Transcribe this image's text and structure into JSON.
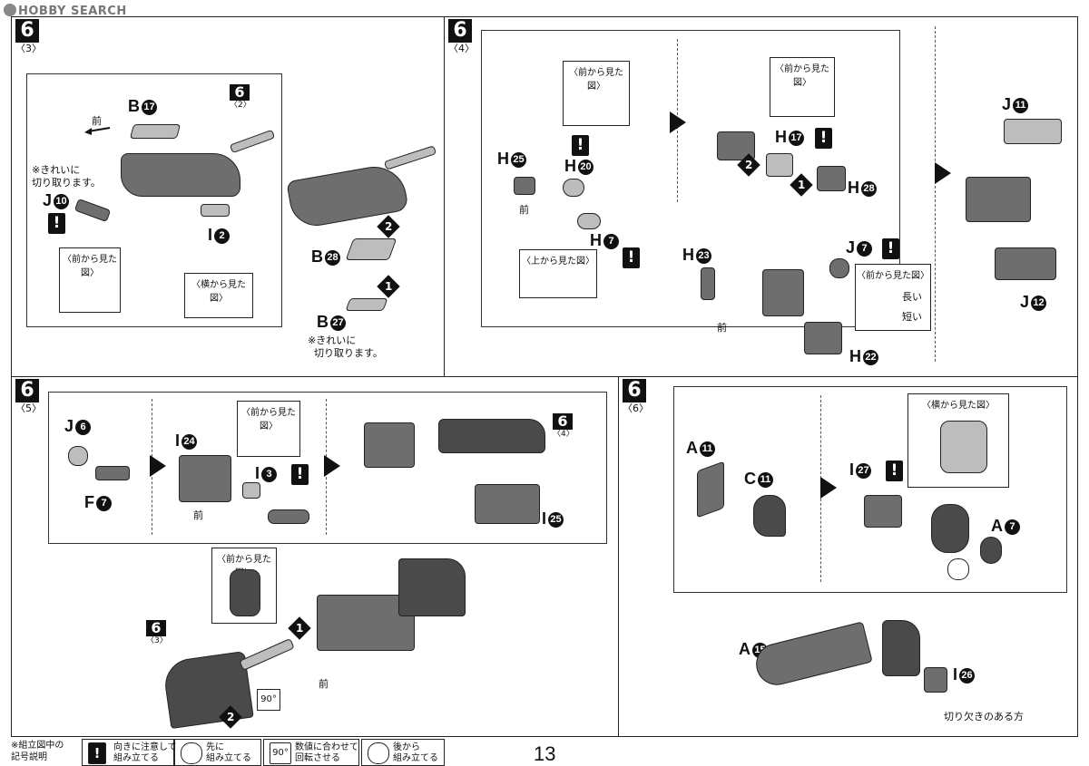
{
  "watermark": "HOBBY SEARCH",
  "page_number": "13",
  "panels": {
    "p3": {
      "step": "6",
      "sub": "〈3〉",
      "labels": {
        "b17": "B",
        "b17c": "17",
        "j10": "J",
        "j10c": "10",
        "i2": "I",
        "i2c": "2",
        "b28": "B",
        "b28c": "28",
        "b27": "B",
        "b27c": "27"
      },
      "note1": [
        "※きれいに",
        "切り取ります。"
      ],
      "note2": [
        "※きれいに",
        "切り取ります。"
      ],
      "mae": "前",
      "view_front": "〈前から見た図〉",
      "view_side": "〈横から見た図〉",
      "ref": {
        "n": "6",
        "s": "〈2〉"
      },
      "order": [
        "1",
        "2"
      ]
    },
    "p4": {
      "step": "6",
      "sub": "〈4〉",
      "labels": {
        "h25": "H",
        "h25c": "25",
        "h20": "H",
        "h20c": "20",
        "h7": "H",
        "h7c": "7",
        "h17": "H",
        "h17c": "17",
        "h28": "H",
        "h28c": "28",
        "h23": "H",
        "h23c": "23",
        "j7": "J",
        "j7c": "7",
        "h22": "H",
        "h22c": "22",
        "j11": "J",
        "j11c": "11",
        "j12": "J",
        "j12c": "12"
      },
      "view_front1": "〈前から見た図〉",
      "view_front2": "〈前から見た図〉",
      "view_top": "〈上から見た図〉",
      "view_front3": "〈前から見た図〉",
      "long": "長い",
      "short": "短い",
      "mae1": "前",
      "mae2": "前",
      "order": [
        "1",
        "2"
      ]
    },
    "p5": {
      "step": "6",
      "sub": "〈5〉",
      "labels": {
        "j6": "J",
        "j6c": "6",
        "f7": "F",
        "f7c": "7",
        "i24": "I",
        "i24c": "24",
        "i3": "I",
        "i3c": "3",
        "i25": "I",
        "i25c": "25"
      },
      "view_front1": "〈前から見た図〉",
      "view_front2": "〈前から見た図〉",
      "mae1": "前",
      "mae2": "前",
      "ref4": {
        "n": "6",
        "s": "〈4〉"
      },
      "ref3": {
        "n": "6",
        "s": "〈3〉"
      },
      "rot": "90°",
      "order": [
        "1",
        "2"
      ]
    },
    "p6": {
      "step": "6",
      "sub": "〈6〉",
      "labels": {
        "a11": "A",
        "a11c": "11",
        "c11": "C",
        "c11c": "11",
        "i27": "I",
        "i27c": "27",
        "a7": "A",
        "a7c": "7",
        "a15": "A",
        "a15c": "15",
        "i26": "I",
        "i26c": "26"
      },
      "view_side": "〈横から見た図〉",
      "notch": "切り欠きのある方"
    }
  },
  "footer": {
    "legend_title": [
      "※組立図中の",
      "記号説明"
    ],
    "items": [
      {
        "icon": "!",
        "text": [
          "向きに注意して",
          "組み立てる"
        ]
      },
      {
        "icon": "",
        "text": [
          "先に",
          "組み立てる"
        ]
      },
      {
        "icon": "90°",
        "text": [
          "数値に合わせて",
          "回転させる"
        ]
      },
      {
        "icon": "",
        "text": [
          "後から",
          "組み立てる"
        ]
      }
    ]
  }
}
